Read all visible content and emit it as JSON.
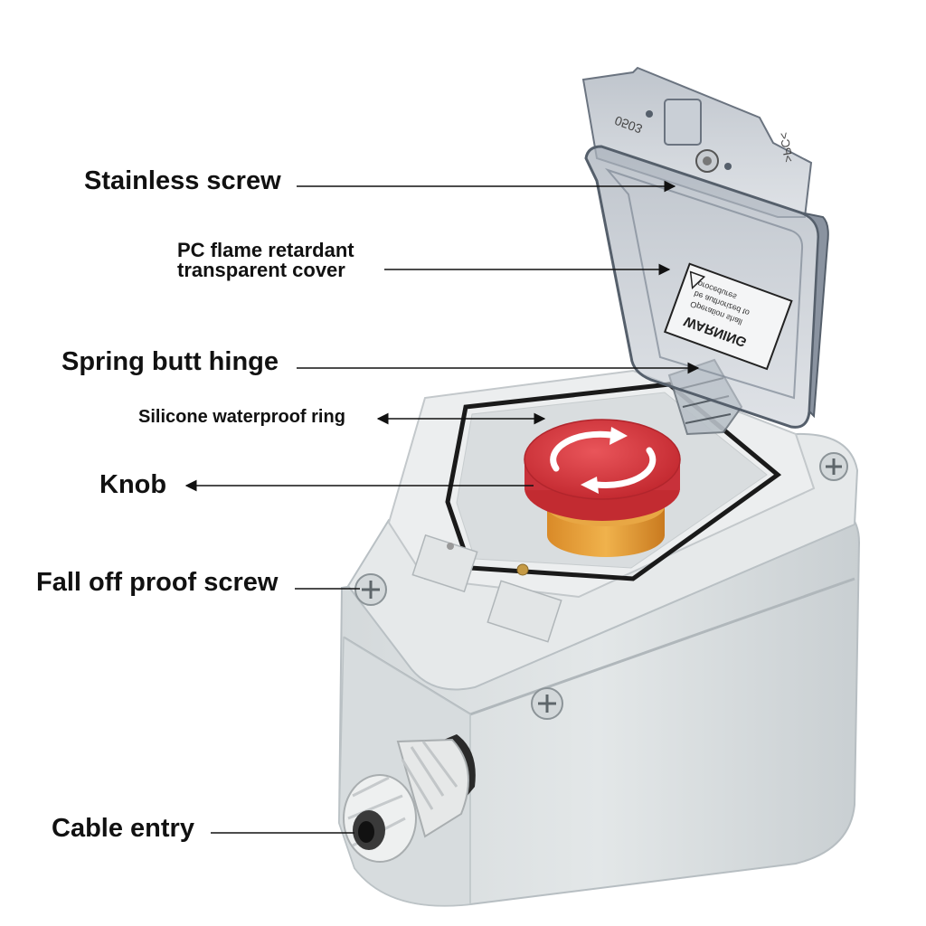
{
  "labels": {
    "stainless_screw": "Stainless screw",
    "pc_cover_line1": "PC flame retardant",
    "pc_cover_line2": "transparent cover",
    "spring_hinge": "Spring butt hinge",
    "silicone_ring": "Silicone waterproof ring",
    "knob": "Knob",
    "fall_off_screw": "Fall off proof screw",
    "cable_entry": "Cable entry"
  },
  "cover": {
    "warning_title": "WARNING",
    "warning_line1": "Operation shall",
    "warning_line2": "be authorized to",
    "warning_line3": "procedures",
    "mold_mark": "0503",
    "material_mark": ">PC<"
  },
  "colors": {
    "housing": "#dfe3e4",
    "cover": "#9aa3ad",
    "knob_red": "#d8383e",
    "knob_ring": "#e3a13c",
    "leader": "#111111"
  }
}
